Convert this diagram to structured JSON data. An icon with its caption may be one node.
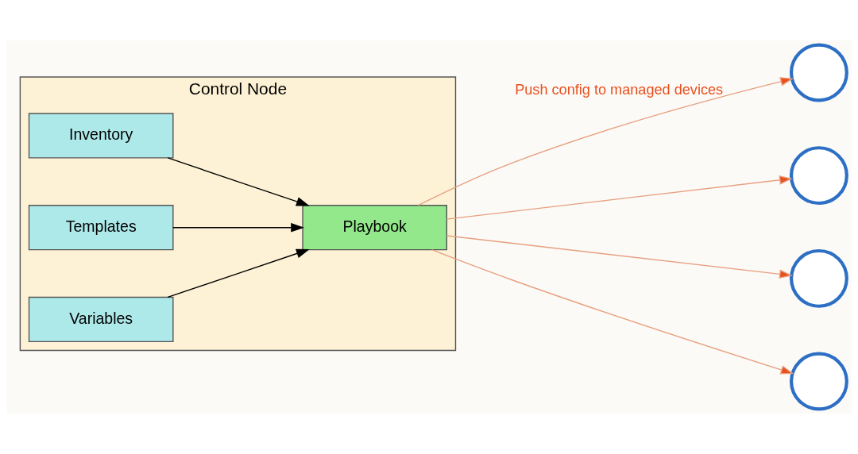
{
  "diagram": {
    "nodes": [
      {
        "text": [
          "Control Node"
        ]
      },
      {
        "text": [
          "Inventory"
        ],
        "in": 0
      },
      {
        "text": [
          "Templates"
        ],
        "in": 0
      },
      {
        "text": [
          "Variables"
        ],
        "in": 0
      },
      {
        "text": [
          "Playbook"
        ],
        "in": 0
      },
      {
        "text": [],
        "shape": "circle"
      },
      {
        "text": [],
        "shape": "circle"
      },
      {
        "text": [],
        "shape": "circle"
      },
      {
        "text": [],
        "shape": "circle"
      }
    ],
    "edges": [
      {
        "from": 1,
        "to": 4,
        "arrow": "to",
        "color": "#000000"
      },
      {
        "from": 2,
        "to": 4,
        "arrow": "to",
        "color": "#000000"
      },
      {
        "from": 3,
        "to": 4,
        "arrow": "to",
        "color": "#000000"
      },
      {
        "from": 4,
        "to": 5,
        "arrow": "to",
        "color": "#e8a080",
        "label": "Push config to managed devices"
      },
      {
        "from": 4,
        "to": 6,
        "arrow": "to",
        "color": "#e8a080"
      },
      {
        "from": 4,
        "to": 7,
        "arrow": "to",
        "color": "#e8a080"
      },
      {
        "from": 4,
        "to": 8,
        "arrow": "to",
        "color": "#e8a080"
      }
    ]
  }
}
